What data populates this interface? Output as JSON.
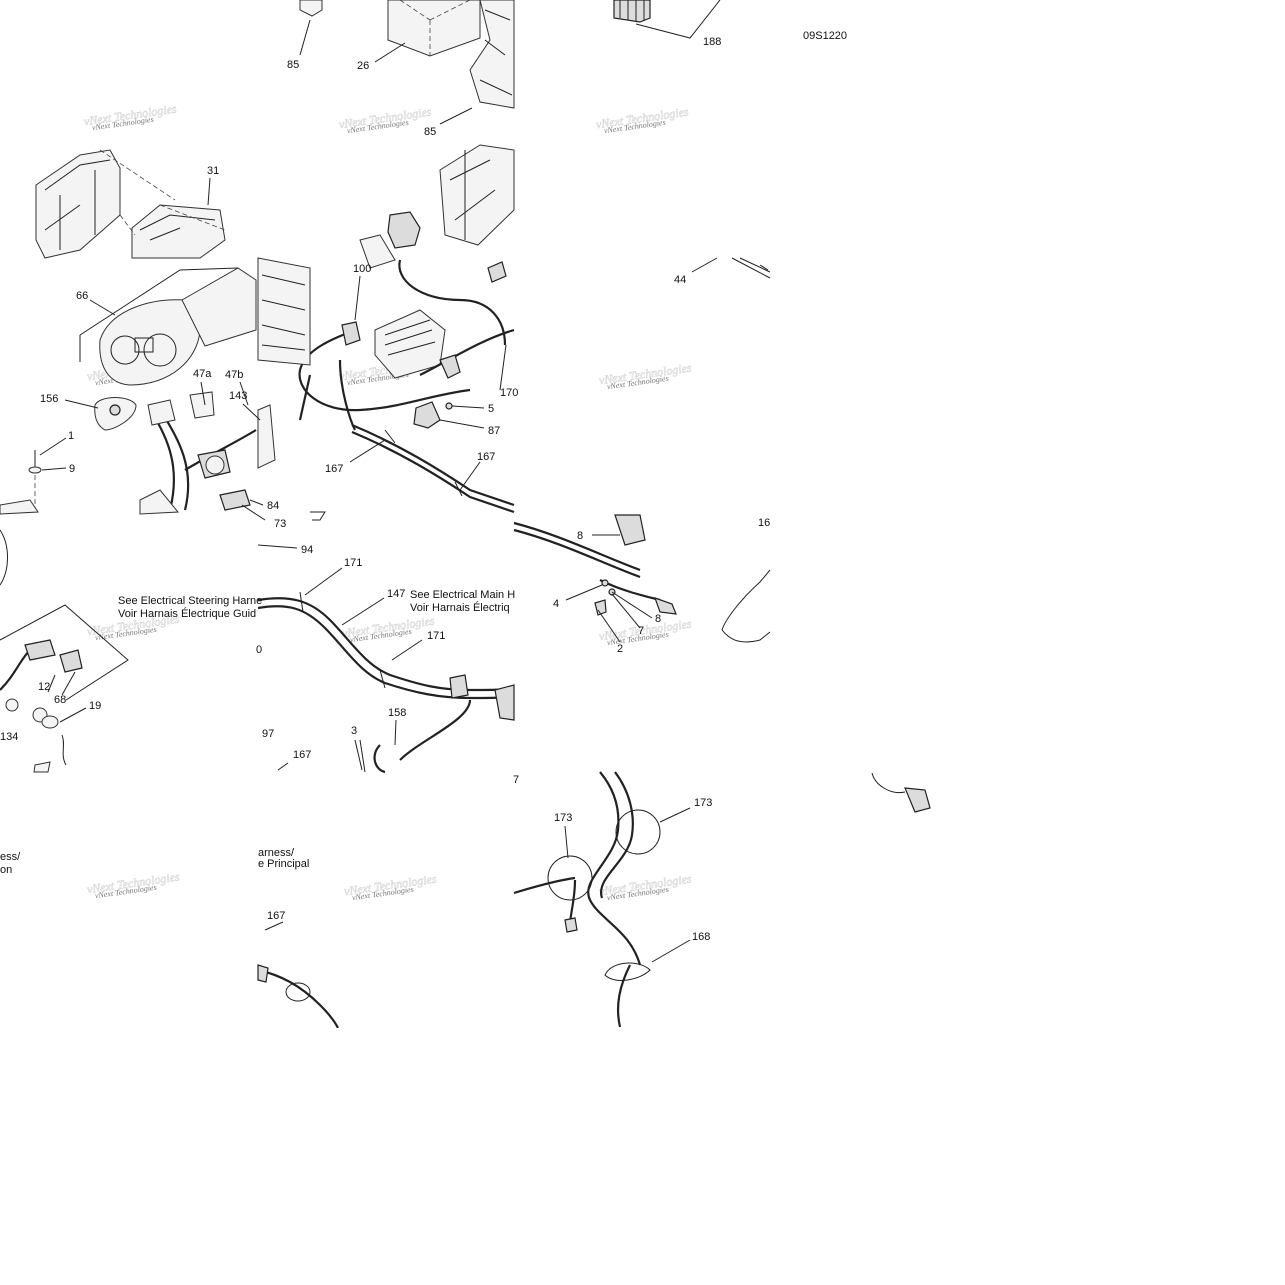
{
  "diagram": {
    "figure_id": "09S1220",
    "watermark": "vNext Technologies",
    "callouts": [
      {
        "id": "c85a",
        "label": "85"
      },
      {
        "id": "c26",
        "label": "26"
      },
      {
        "id": "c188",
        "label": "188"
      },
      {
        "id": "c85b",
        "label": "85"
      },
      {
        "id": "c31",
        "label": "31"
      },
      {
        "id": "c100",
        "label": "100"
      },
      {
        "id": "c44",
        "label": "44"
      },
      {
        "id": "c66",
        "label": "66"
      },
      {
        "id": "c47a",
        "label": "47a"
      },
      {
        "id": "c47b",
        "label": "47b"
      },
      {
        "id": "c156",
        "label": "156"
      },
      {
        "id": "c143",
        "label": "143"
      },
      {
        "id": "c170",
        "label": "170"
      },
      {
        "id": "c5",
        "label": "5"
      },
      {
        "id": "c87",
        "label": "87"
      },
      {
        "id": "c1",
        "label": "1"
      },
      {
        "id": "c9",
        "label": "9"
      },
      {
        "id": "c167a",
        "label": "167"
      },
      {
        "id": "c167b",
        "label": "167"
      },
      {
        "id": "c84",
        "label": "84"
      },
      {
        "id": "c73",
        "label": "73"
      },
      {
        "id": "c94",
        "label": "94"
      },
      {
        "id": "c8a",
        "label": "8"
      },
      {
        "id": "c167c",
        "label": "16"
      },
      {
        "id": "c171a",
        "label": "171"
      },
      {
        "id": "c147",
        "label": "147"
      },
      {
        "id": "c4",
        "label": "4"
      },
      {
        "id": "c7",
        "label": "7"
      },
      {
        "id": "c8b",
        "label": "8"
      },
      {
        "id": "c2",
        "label": "2"
      },
      {
        "id": "c171b",
        "label": "171"
      },
      {
        "id": "c0",
        "label": "0"
      },
      {
        "id": "c12",
        "label": "12"
      },
      {
        "id": "c68",
        "label": "68"
      },
      {
        "id": "c19",
        "label": "19"
      },
      {
        "id": "c134",
        "label": "134"
      },
      {
        "id": "c158",
        "label": "158"
      },
      {
        "id": "c97",
        "label": "97"
      },
      {
        "id": "c3",
        "label": "3"
      },
      {
        "id": "c167d",
        "label": "167"
      },
      {
        "id": "c7b",
        "label": "7"
      },
      {
        "id": "c173a",
        "label": "173"
      },
      {
        "id": "c173b",
        "label": "173"
      },
      {
        "id": "c168",
        "label": "168"
      },
      {
        "id": "c167e",
        "label": "167"
      }
    ],
    "notes": {
      "steering_en": "See Electrical Steering Harne",
      "steering_fr": "Voir Harnais Électrique Guid",
      "steering_tail1": "ess/",
      "steering_tail2": "on",
      "main_en": "See Electrical Main H",
      "main_fr": "Voir Harnais Électriq",
      "main_tail1": "arness/",
      "main_tail2": "e Principal"
    }
  }
}
